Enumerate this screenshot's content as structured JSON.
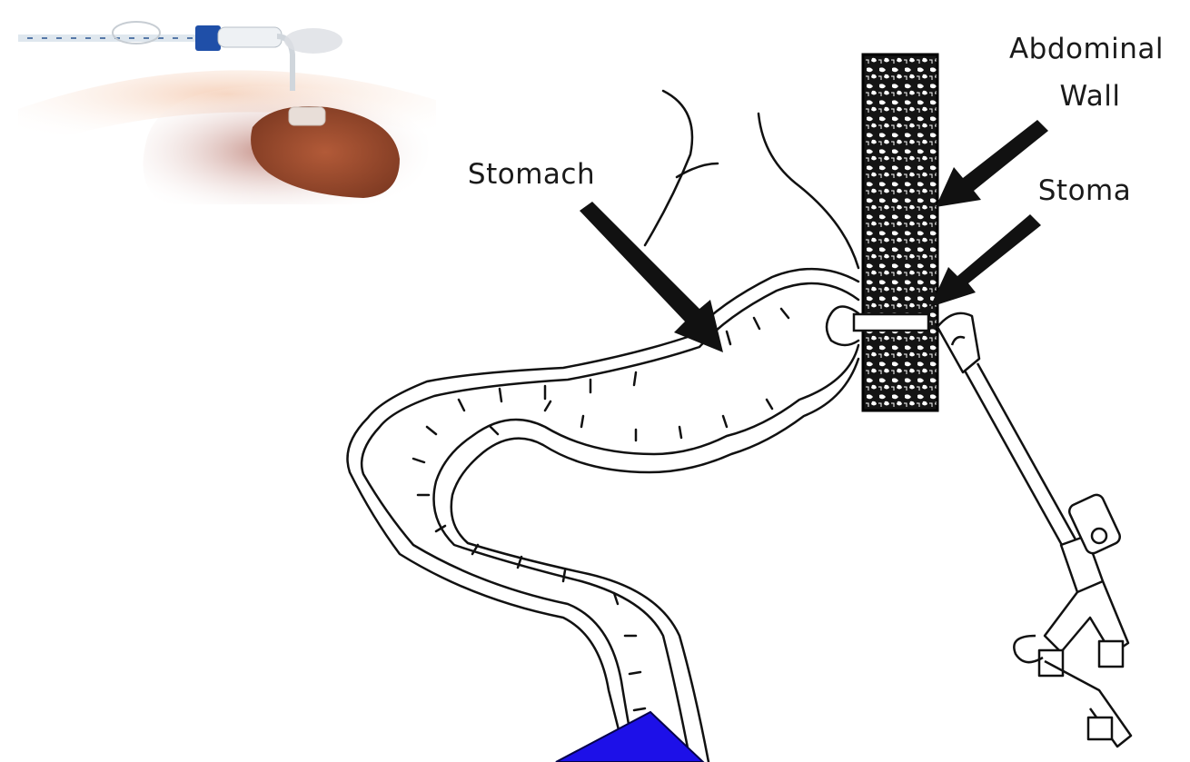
{
  "labels": {
    "abdominal": "Abdominal",
    "wall": "Wall",
    "stoma": "Stoma",
    "stomach": "Stomach"
  },
  "colors": {
    "background": "#ffffff",
    "ink": "#111111",
    "skin": "#f2c7aa",
    "stomach_outer": "#b9847c",
    "stomach_inner": "#9c4a2c",
    "tube_blue": "#1f4fa8",
    "blue_shape": "#1d10e8"
  },
  "icons": [
    "arrow-icon"
  ]
}
